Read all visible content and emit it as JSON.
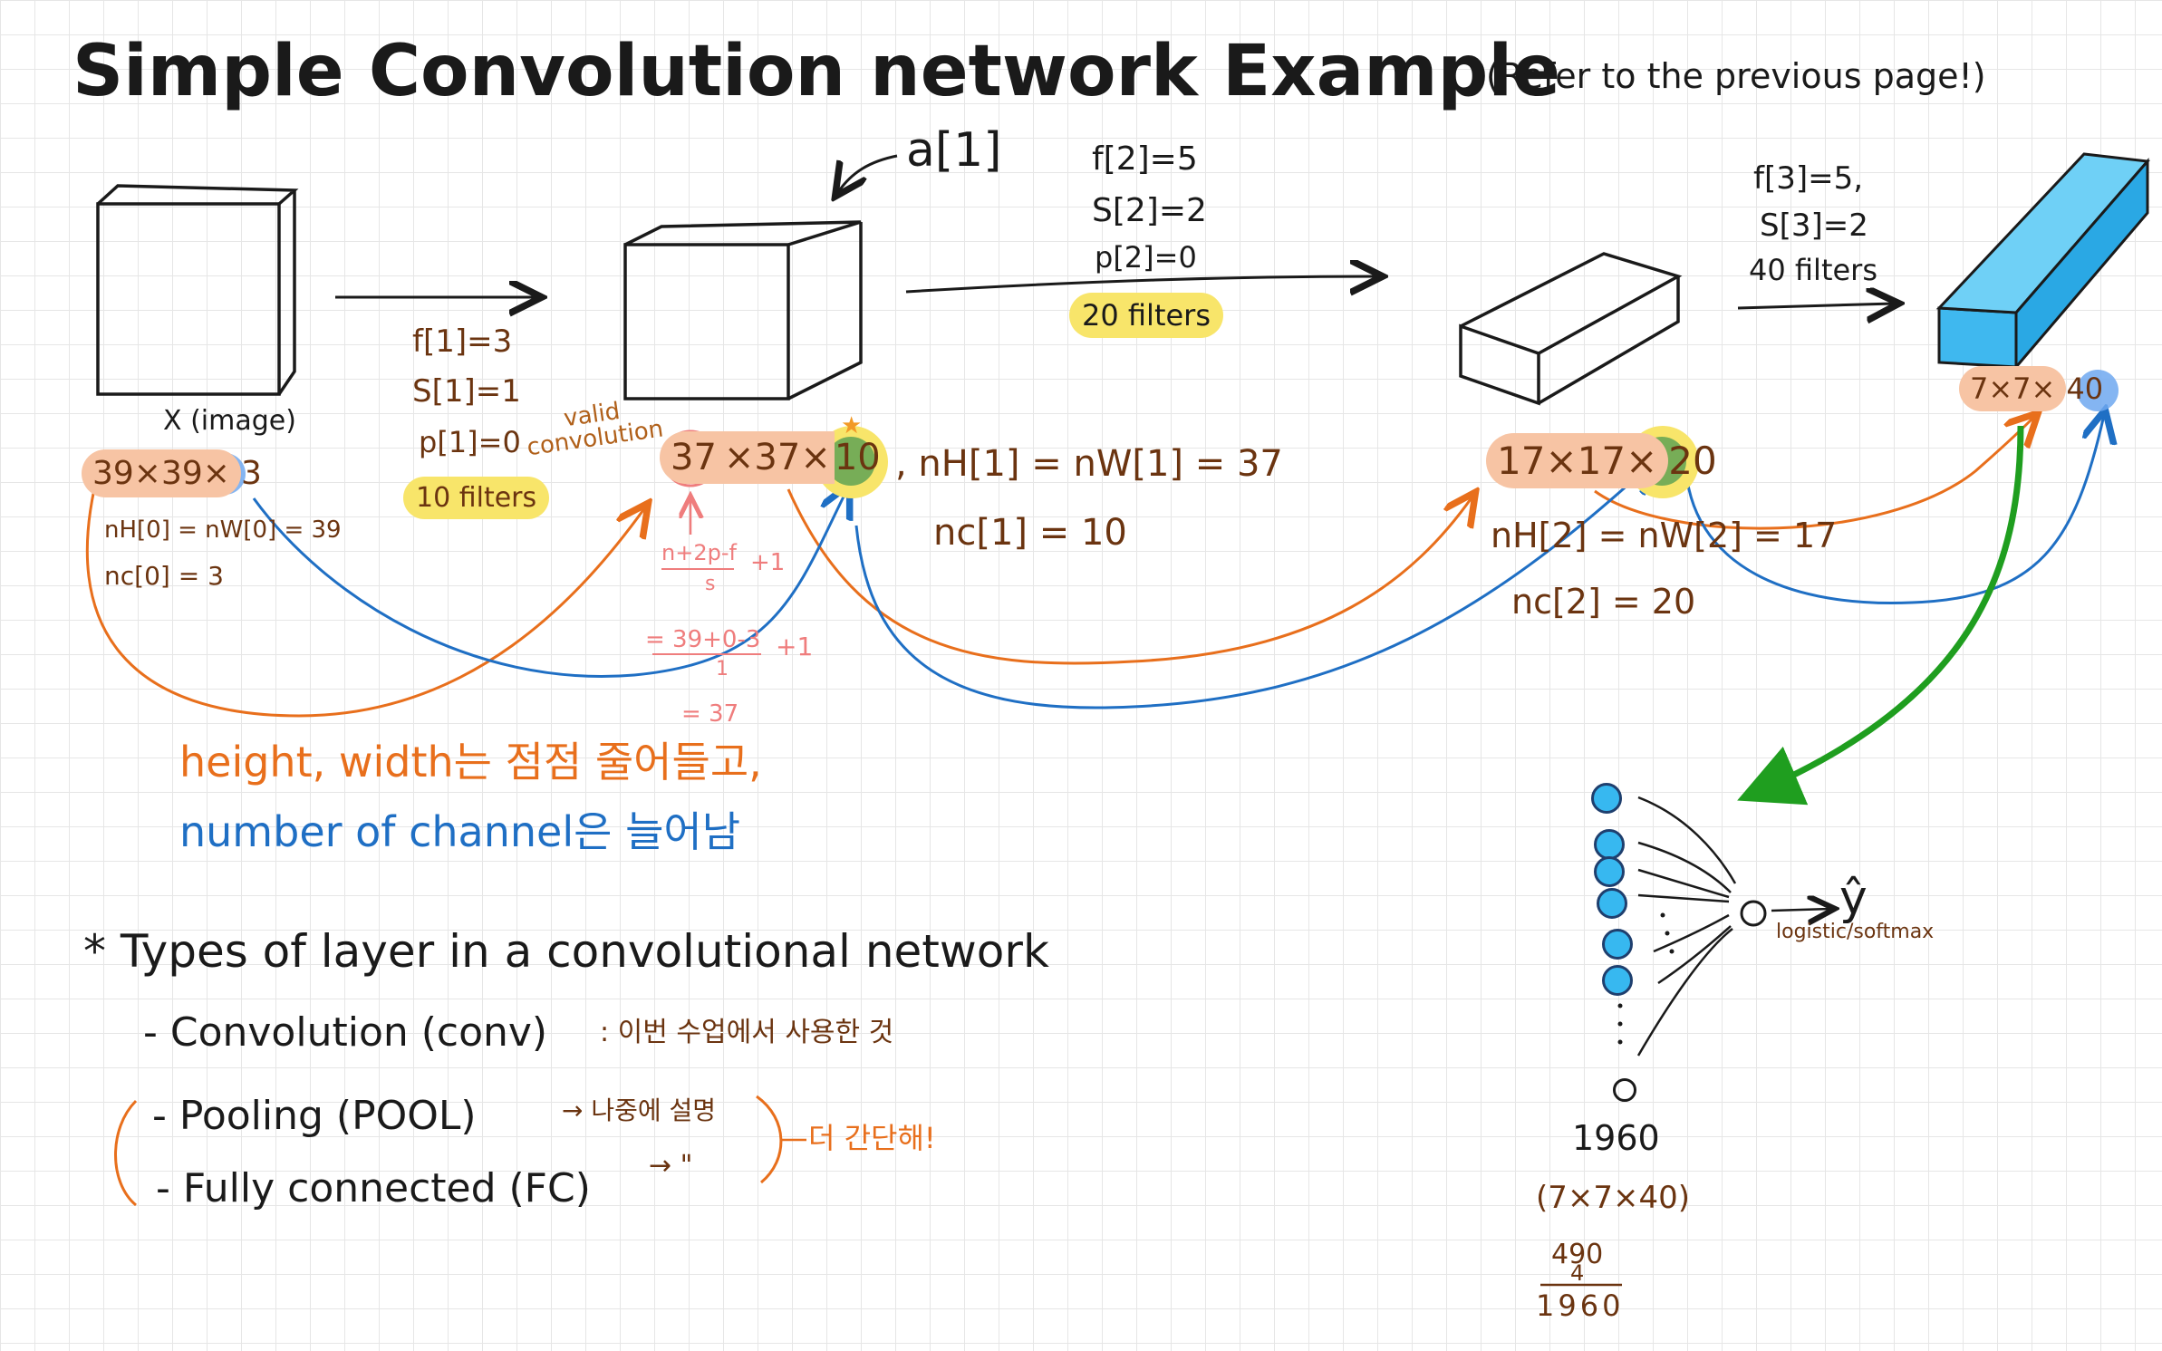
{
  "title": "Simple Convolution network Example",
  "title_note": "(Refer to the previous page!)",
  "layer0": {
    "label": "X (image)",
    "dims_prefix": "39×39×",
    "channels": "3",
    "nh": "nH[0] = nW[0] = 39",
    "nc": "nc[0] = 3"
  },
  "step1": {
    "f": "f[1]=3",
    "s": "S[1]=1",
    "p": "p[1]=0",
    "valid_note": "valid convolution",
    "filters": "10 filters"
  },
  "layer1": {
    "a_label": "a[1]",
    "dims_hl": "37",
    "dims_mid": "×37×",
    "channels": "10",
    "nh": ", nH[1] = nW[1] = 37",
    "nc": "nc[1] = 10",
    "formula_num": "n+2p-f",
    "formula_den": "s",
    "formula_plus": "+1",
    "calc_num": "= 39+0-3",
    "calc_den": "1",
    "calc_plus": "+1",
    "calc_result": "= 37"
  },
  "step2": {
    "f": "f[2]=5",
    "s": "S[2]=2",
    "p": "p[2]=0",
    "filters": "20 filters"
  },
  "layer2": {
    "dims_prefix": "17×17×",
    "channels": "20",
    "nh": "nH[2] = nW[2] = 17",
    "nc": "nc[2] = 20"
  },
  "step3": {
    "f": "f[3]=5,",
    "s": "S[3]=2",
    "filters": "40 filters"
  },
  "layer3": {
    "dims_prefix": "7×7×",
    "channels": "40"
  },
  "notes": {
    "orange": "height, width는 점점 줄어들고,",
    "blue": "number of channel은 늘어남"
  },
  "types": {
    "heading": "* Types of layer in a convolutional network",
    "conv": "- Convolution (conv)",
    "conv_note": ": 이번 수업에서 사용한 것",
    "pool": "- Pooling (POOL)",
    "pool_note": "→ 나중에 설명",
    "fc": "- Fully connected (FC)",
    "fc_note": "→ \"",
    "bracket_note": "더 간단해!"
  },
  "fc_net": {
    "count": "1960",
    "dims": "(7×7×40)",
    "mult_top": "490",
    "mult_mid": "4",
    "mult_result": "1960",
    "output": "o",
    "arrow": "→",
    "yhat": "ŷ",
    "activation": "logistic/softmax"
  },
  "colors": {
    "ink": "#1a1a1a",
    "brown": "#6b3410",
    "orange": "#e86f1c",
    "blue": "#1f6fc4",
    "green": "#1f9e1f",
    "highlight_yellow": "#f8e56a",
    "highlight_orange": "#f7c4a4",
    "prism_fill": "#3fb8ef"
  }
}
